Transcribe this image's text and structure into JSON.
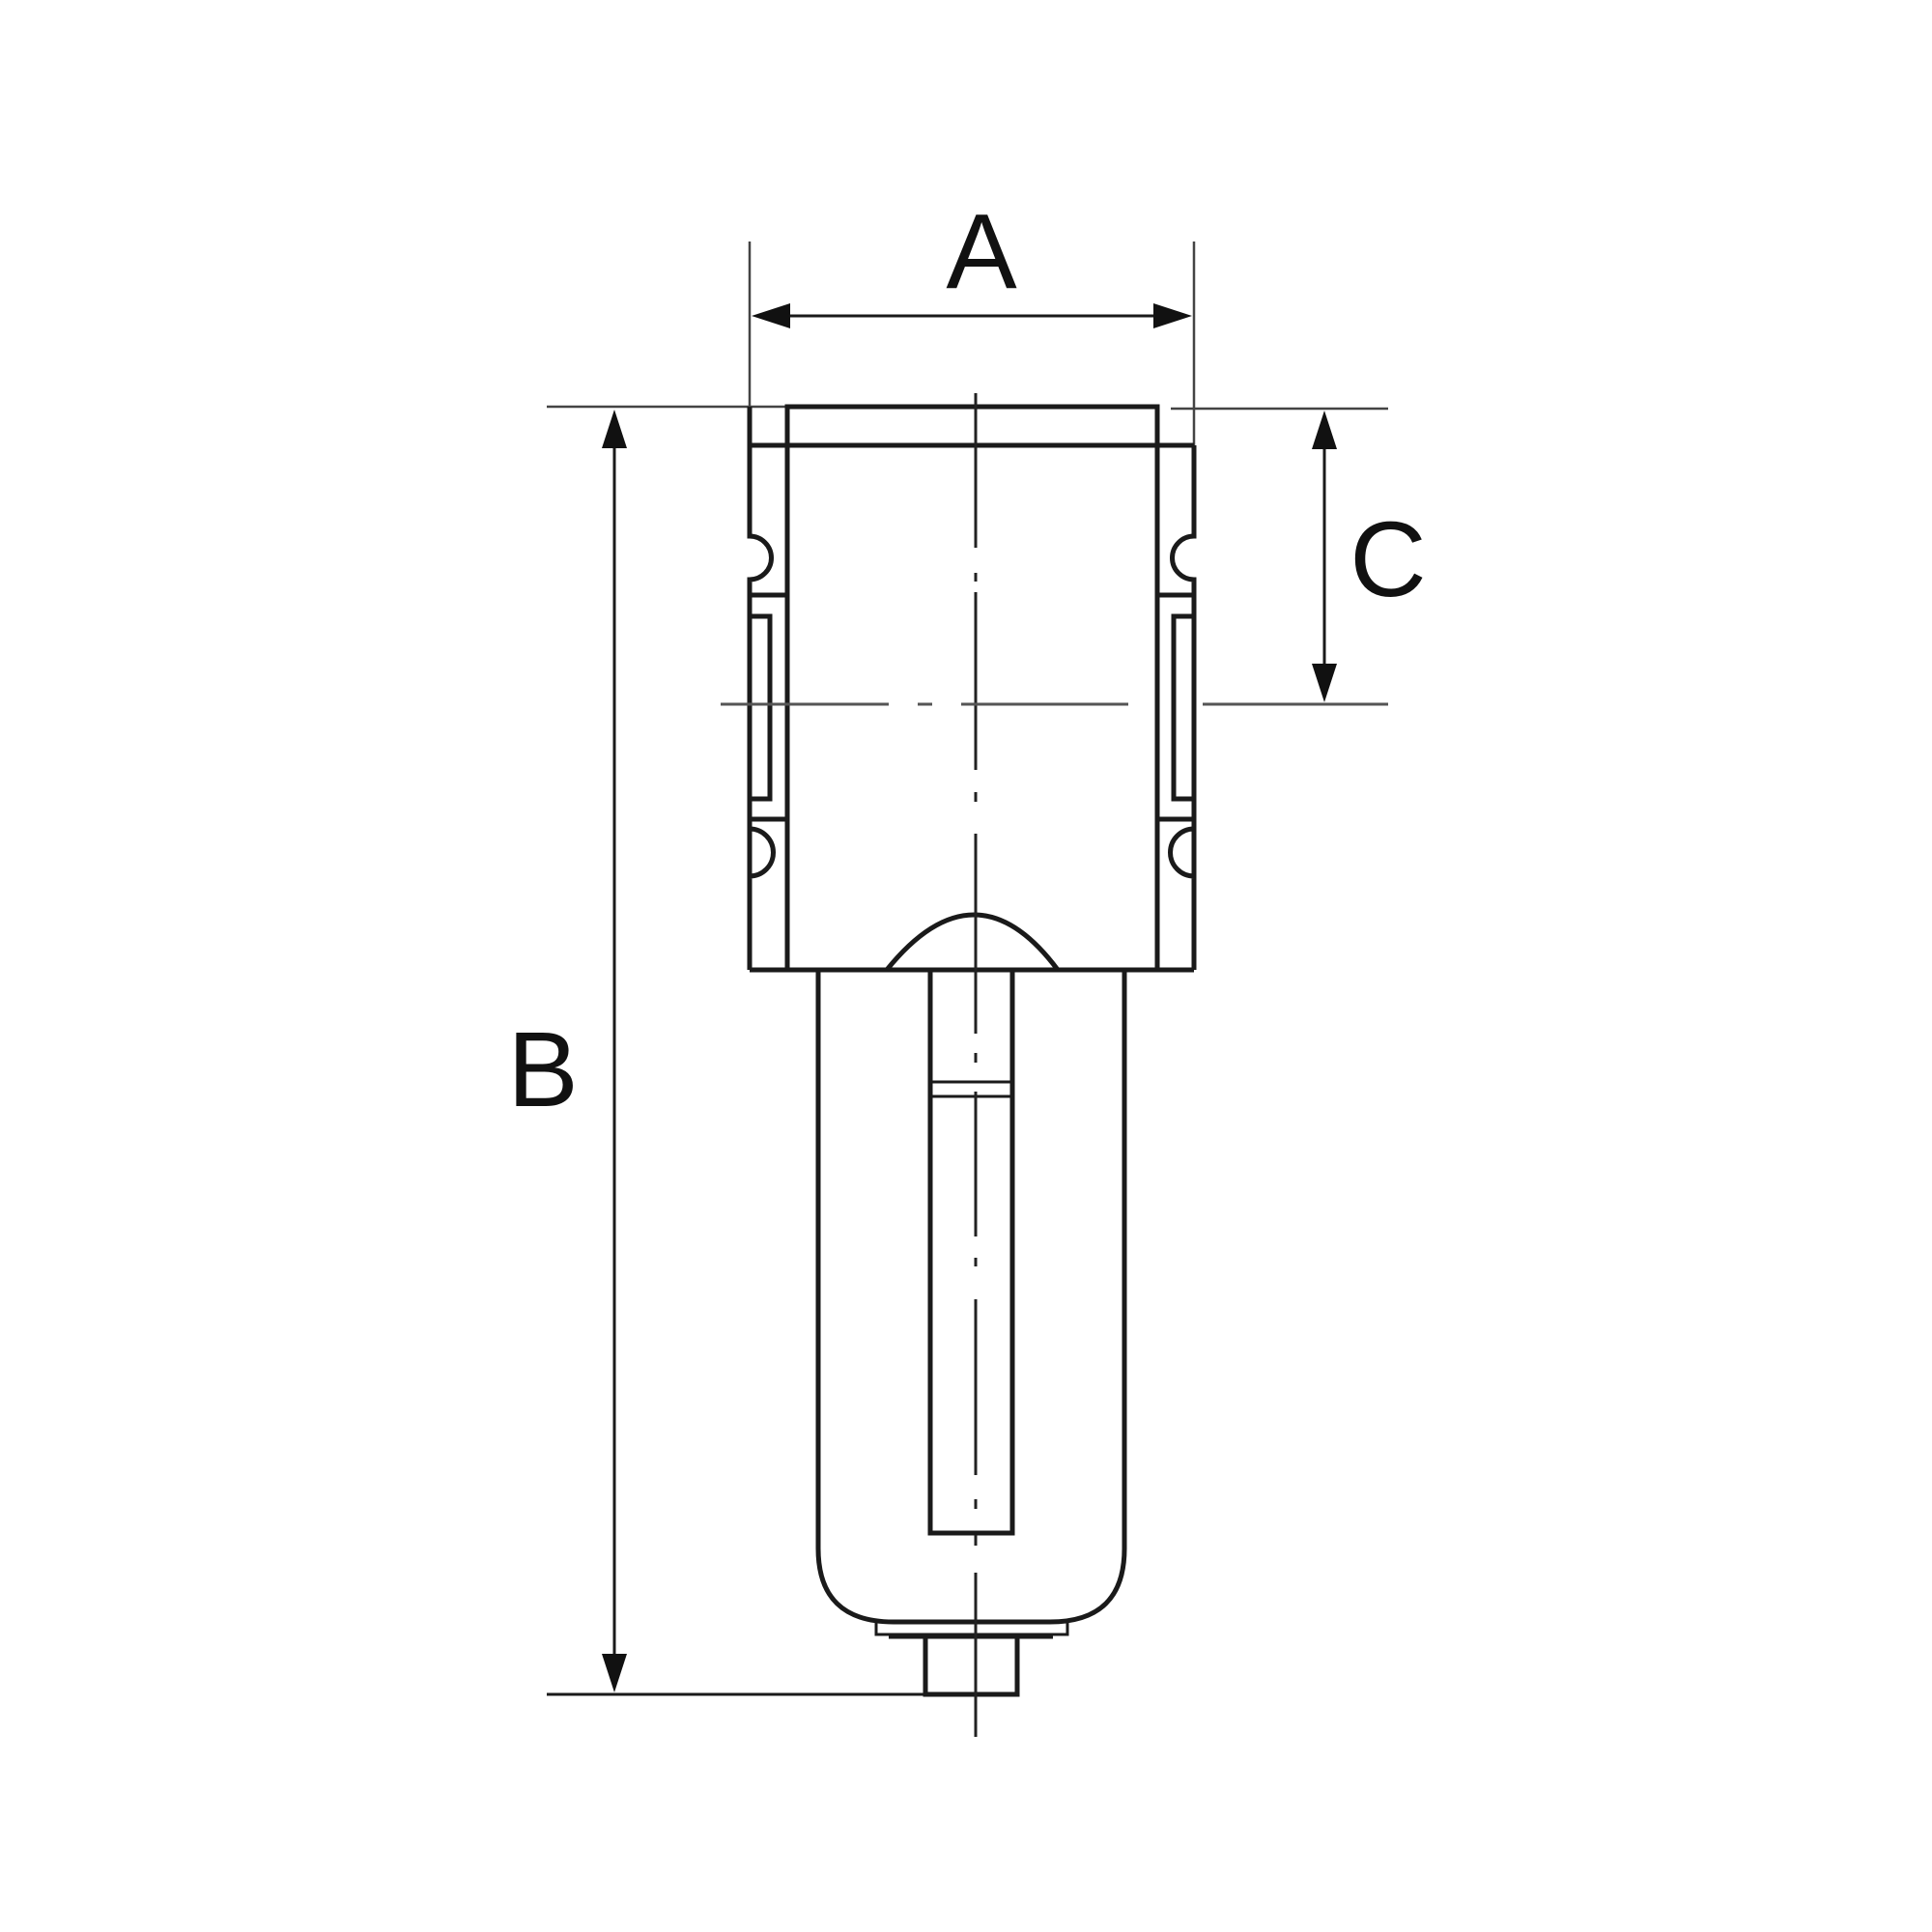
{
  "drawing": {
    "type": "technical dimension drawing",
    "subject": "filter unit side view",
    "line_color": "#111111",
    "background": "#ffffff"
  },
  "dimensions": {
    "A": {
      "label": "A",
      "meaning": "overall width of head body"
    },
    "B": {
      "label": "B",
      "meaning": "overall height"
    },
    "C": {
      "label": "C",
      "meaning": "top to port center"
    }
  }
}
